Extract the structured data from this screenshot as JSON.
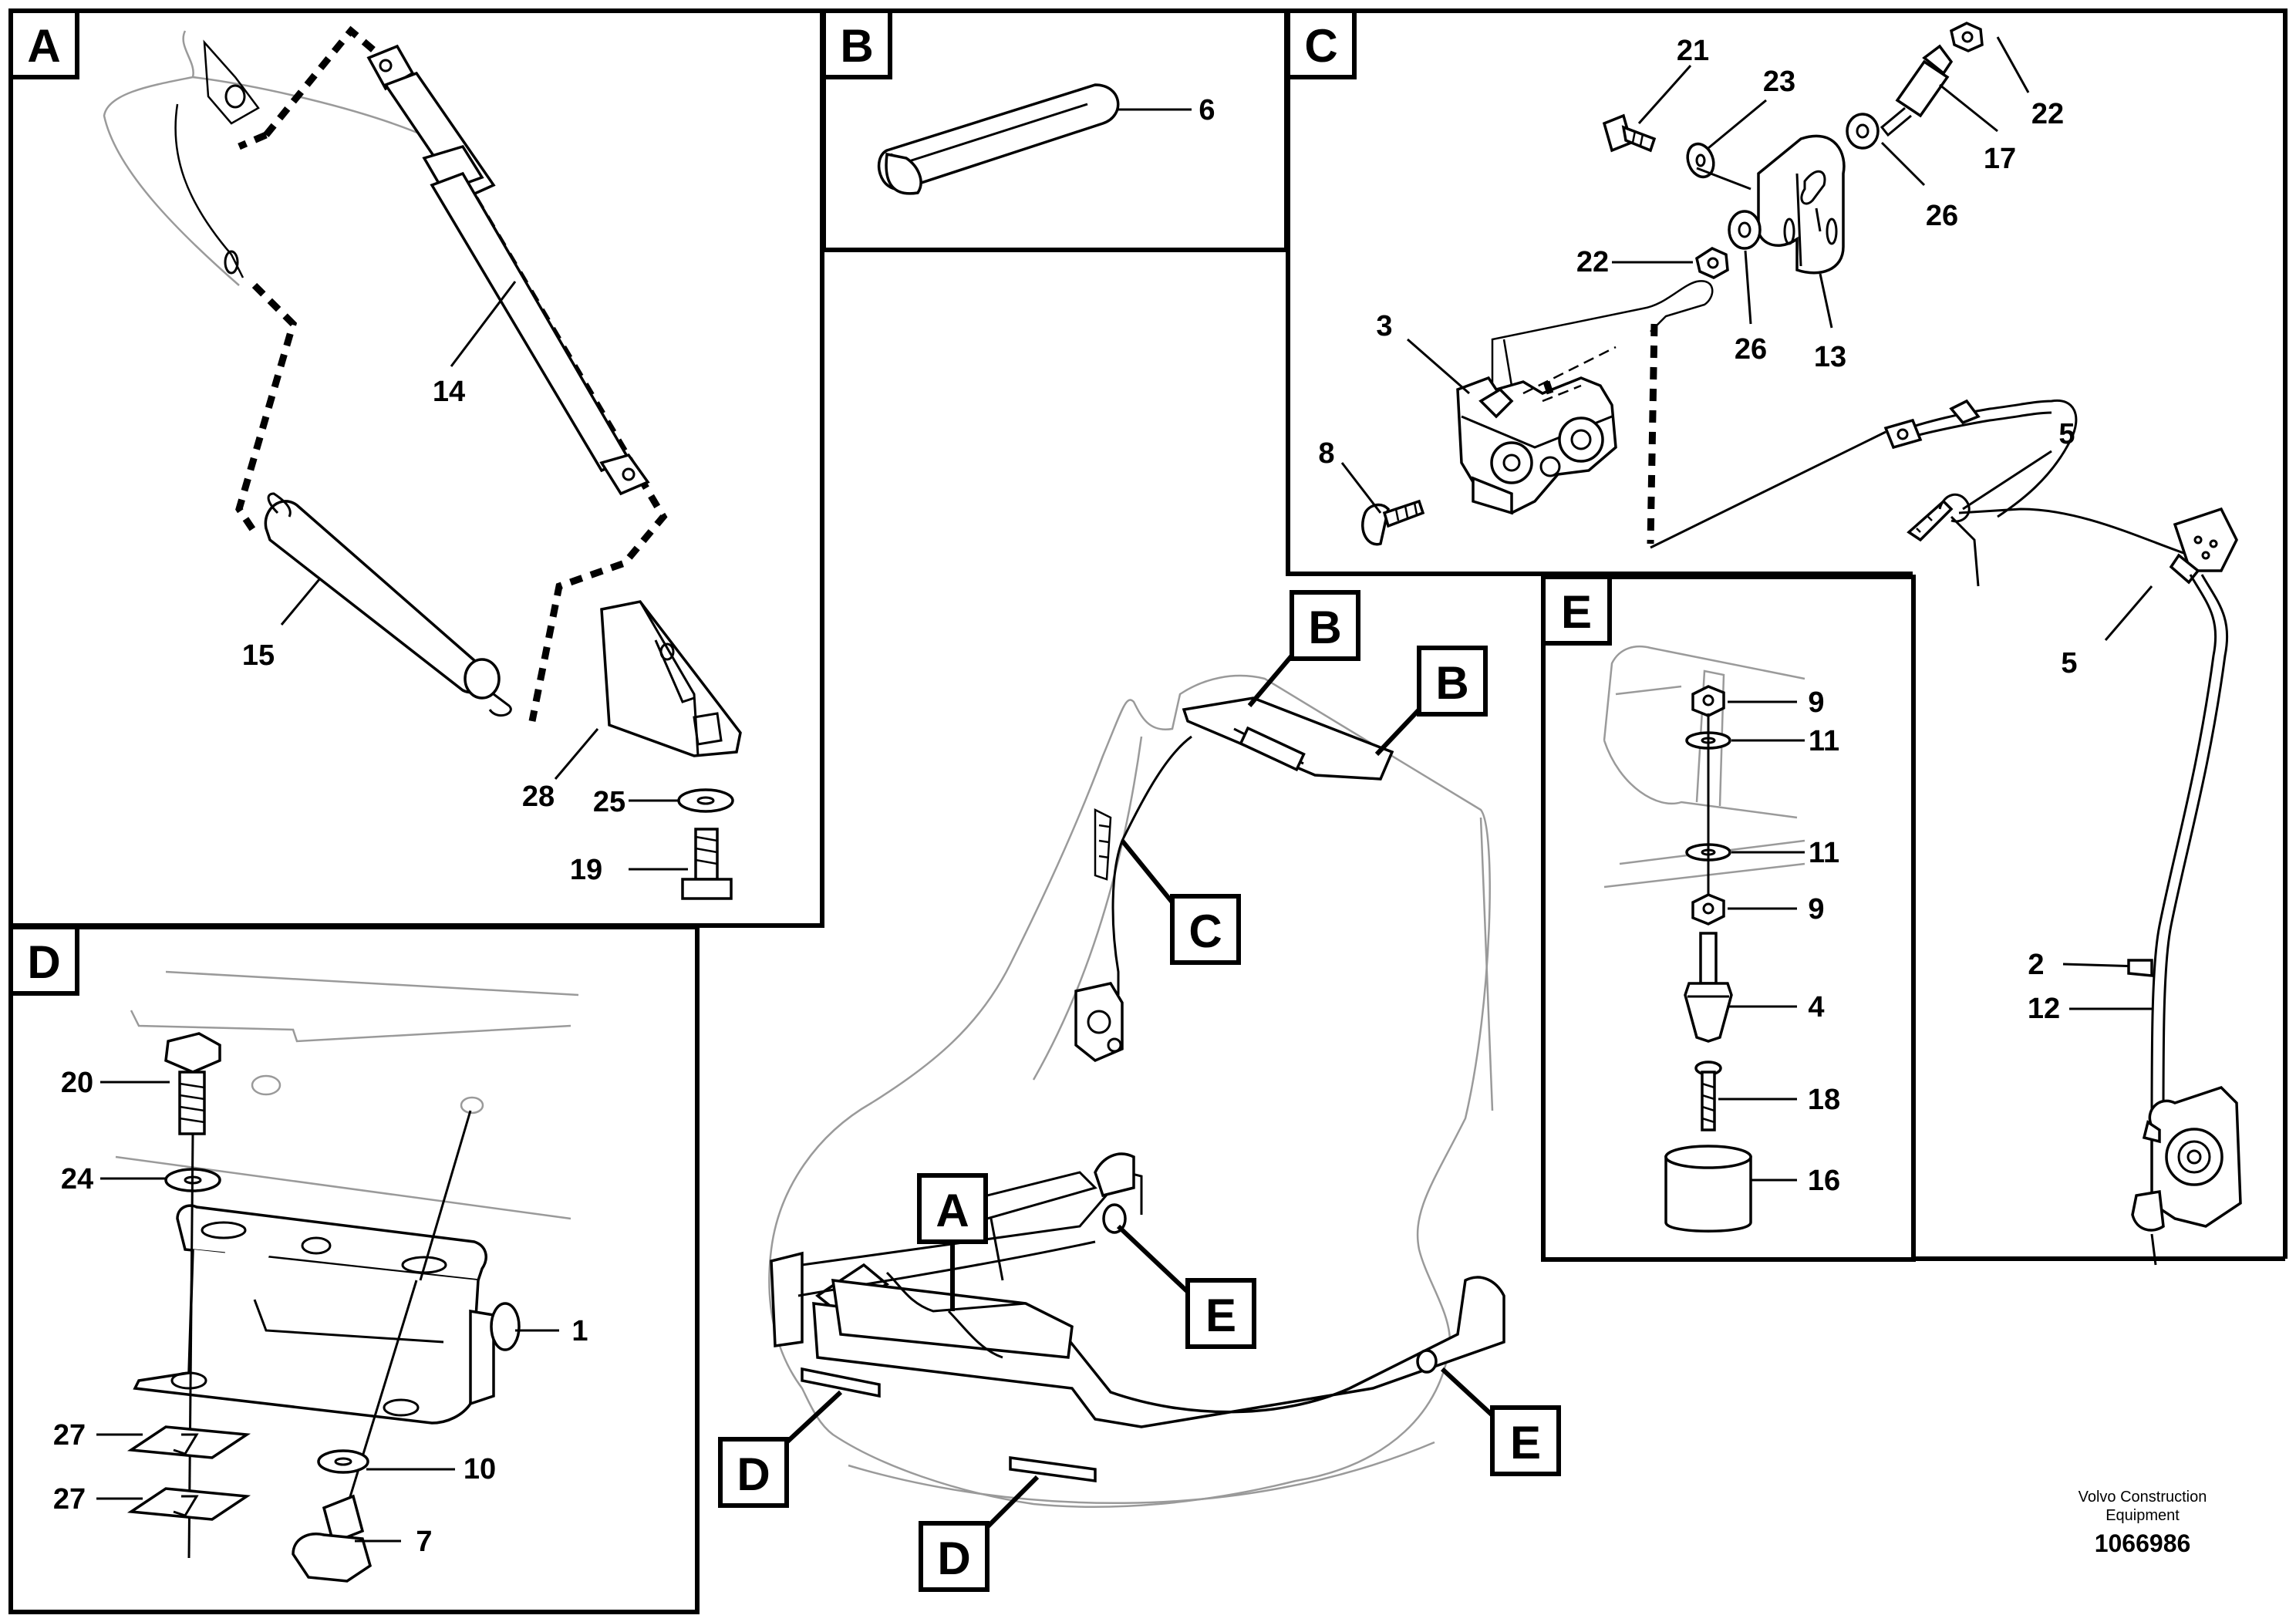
{
  "panels": [
    {
      "id": "A",
      "label": "A"
    },
    {
      "id": "B",
      "label": "B"
    },
    {
      "id": "C",
      "label": "C"
    },
    {
      "id": "D",
      "label": "D"
    },
    {
      "id": "E",
      "label": "E"
    }
  ],
  "main_view_tags": {
    "b1": "B",
    "b2": "B",
    "c": "C",
    "a": "A",
    "e1": "E",
    "e2": "E",
    "d1": "D",
    "d2": "D"
  },
  "callouts": {
    "a": {
      "c14": "14",
      "c15": "15",
      "c28": "28",
      "c25": "25",
      "c19": "19"
    },
    "b": {
      "c6": "6"
    },
    "c": {
      "c21": "21",
      "c23": "23",
      "c22a": "22",
      "c17": "17",
      "c26a": "26",
      "c22b": "22",
      "c26b": "26",
      "c13": "13",
      "c3": "3",
      "c8": "8",
      "c5a": "5"
    },
    "right": {
      "c5b": "5",
      "c2": "2",
      "c12": "12"
    },
    "d": {
      "c20": "20",
      "c24": "24",
      "c1": "1",
      "c27a": "27",
      "c10": "10",
      "c27b": "27",
      "c7": "7"
    },
    "e": {
      "c9a": "9",
      "c11a": "11",
      "c11b": "11",
      "c9b": "9",
      "c4": "4",
      "c18": "18",
      "c16": "16"
    }
  },
  "footer": {
    "company_line1": "Volvo Construction",
    "company_line2": "Equipment",
    "drawing_number": "1066986"
  }
}
